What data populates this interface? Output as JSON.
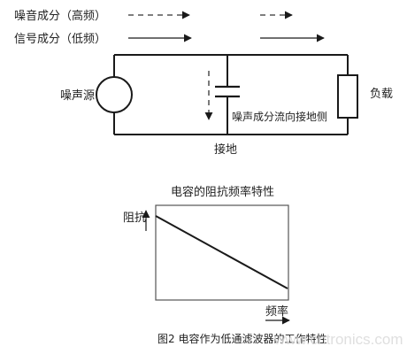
{
  "legend": {
    "noise_component": "噪音成分（高频）",
    "signal_component": "信号成分（低频）"
  },
  "circuit": {
    "source_label": "噪声源",
    "load_label": "负载",
    "flow_label": "噪声成分流向接地侧",
    "ground_label": "接地"
  },
  "graph": {
    "title": "电容的阻抗频率特性",
    "y_label": "阻抗",
    "x_label": "频率"
  },
  "caption": "图2 电容作为低通滤波器的工作特性",
  "watermark": "www.cntronics.com",
  "colors": {
    "line": "#1a1a1a",
    "dash": "#333333",
    "watermark": "#d9d9d9"
  }
}
